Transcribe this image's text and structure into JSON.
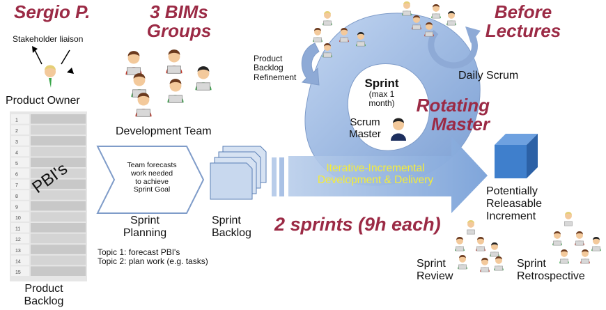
{
  "annotations": {
    "sergio": "Sergio P.",
    "bims_1": "3 BIMs",
    "bims_2": "Groups",
    "before_1": "Before",
    "before_2": "Lectures",
    "rotating_1": "Rotating",
    "rotating_2": "Master",
    "sprints": "2 sprints (9h each)"
  },
  "roles": {
    "stakeholder": "Stakeholder liaison",
    "product_owner": "Product Owner",
    "dev_team": "Development Team",
    "scrum_master_1": "Scrum",
    "scrum_master_2": "Master"
  },
  "product_backlog": {
    "rows": [
      "1",
      "2",
      "3",
      "4",
      "5",
      "6",
      "7",
      "8",
      "9",
      "10",
      "11",
      "12",
      "13",
      "14",
      "15"
    ],
    "center": "PBI's",
    "label_1": "Product",
    "label_2": "Backlog"
  },
  "planning": {
    "forecast_1": "Team forecasts",
    "forecast_2": "work needed",
    "forecast_3": "to achieve",
    "forecast_4": "Sprint Goal",
    "label_1": "Sprint",
    "label_2": "Planning",
    "topic_1": "Topic 1: forecast PBI's",
    "topic_2": "Topic 2: plan work (e.g. tasks)"
  },
  "sprint_backlog": {
    "label_1": "Sprint",
    "label_2": "Backlog"
  },
  "refinement": {
    "line_1": "Product",
    "line_2": "Backlog",
    "line_3": "Refinement"
  },
  "sprint_cycle": {
    "title": "Sprint",
    "sub_1": "(max 1",
    "sub_2": "month)",
    "daily": "Daily Scrum"
  },
  "arrow": {
    "line_1": "Iterative-Incremental",
    "line_2": "Development & Delivery"
  },
  "increment": {
    "line_1": "Potentially",
    "line_2": "Releasable",
    "line_3": "Increment"
  },
  "review": {
    "line_1": "Sprint",
    "line_2": "Review"
  },
  "retro": {
    "line_1": "Sprint",
    "line_2": "Retrospective"
  },
  "colors": {
    "accent": "#9b2a45",
    "cycle": "#9ab5dc",
    "cube": "#3f7fcc",
    "arrow_text": "#f4ec3a"
  }
}
